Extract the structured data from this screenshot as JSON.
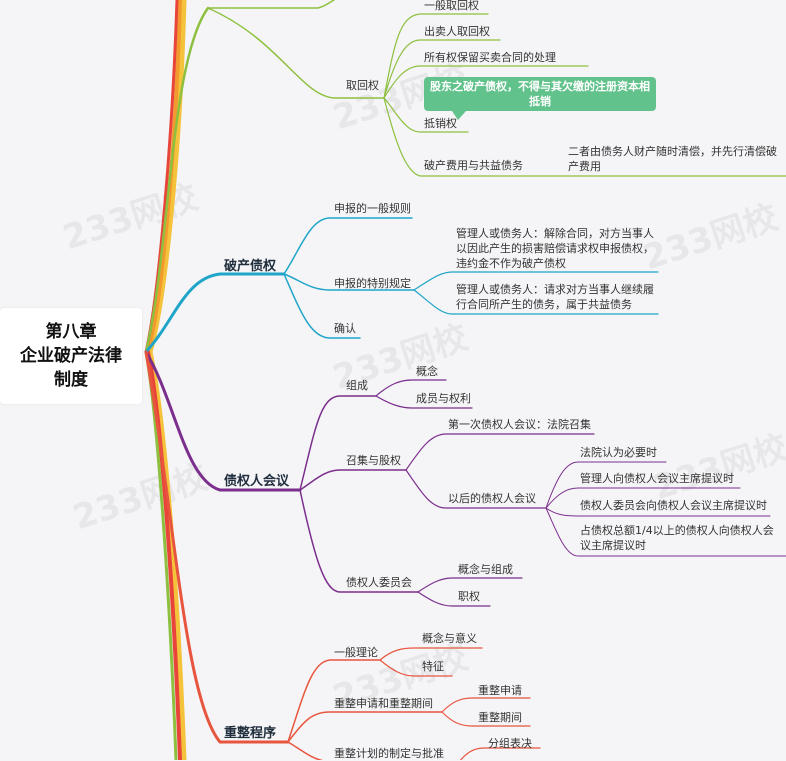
{
  "root": {
    "line1": "第八章",
    "line2": "企业破产法律",
    "line3": "制度"
  },
  "section1": {
    "quhuiquan": {
      "label": "取回权",
      "children": [
        "一般取回权",
        "出卖人取回权",
        "所有权保留买卖合同的处理"
      ]
    },
    "callout": "股东之破产债权，不得与其欠缴的注册资本相抵销",
    "dixiaoquan": "抵销权",
    "pochanfeiyong": {
      "label": "破产费用与共益债务",
      "detail": "二者由债务人财产随时清偿，并先行清偿破产费用"
    }
  },
  "section2": {
    "title": "破产债权",
    "general": "申报的一般规则",
    "special": {
      "label": "申报的特别规定",
      "d1": "管理人或债务人：解除合同，对方当事人以因此产生的损害赔偿请求权申报债权，违约金不作为破产债权",
      "d2": "管理人或债务人：请求对方当事人继续履行合同所产生的债务，属于共益债务"
    },
    "confirm": "确认"
  },
  "section3": {
    "title": "债权人会议",
    "zucheng": {
      "label": "组成",
      "children": [
        "概念",
        "成员与权利"
      ]
    },
    "zhaoji": {
      "label": "召集与股权",
      "first": "第一次债权人会议：法院召集",
      "later": {
        "label": "以后的债权人会议",
        "children": [
          "法院认为必要时",
          "管理人向债权人会议主席提议时",
          "债权人委员会向债权人会议主席提议时",
          "占债权总额1/4以上的债权人向债权人会议主席提议时"
        ]
      }
    },
    "weiyuanhui": {
      "label": "债权人委员会",
      "children": [
        "概念与组成",
        "职权"
      ]
    }
  },
  "section4": {
    "title": "重整程序",
    "theory": {
      "label": "一般理论",
      "children": [
        "概念与意义",
        "特征"
      ]
    },
    "apply": {
      "label": "重整申请和重整期间",
      "children": [
        "重整申请",
        "重整期间"
      ]
    },
    "plan": {
      "label": "重整计划的制定与批准",
      "children": [
        "分组表决"
      ]
    }
  },
  "watermark": "233网校",
  "colors": {
    "green": "#8dc03f",
    "blue": "#1fa5c8",
    "purple": "#7b2e8c",
    "red": "#e8553e",
    "callout": "#62c28b",
    "band_orange": "#f29a2e",
    "band_yellow": "#f5c33b",
    "band_red": "#e8443a"
  }
}
